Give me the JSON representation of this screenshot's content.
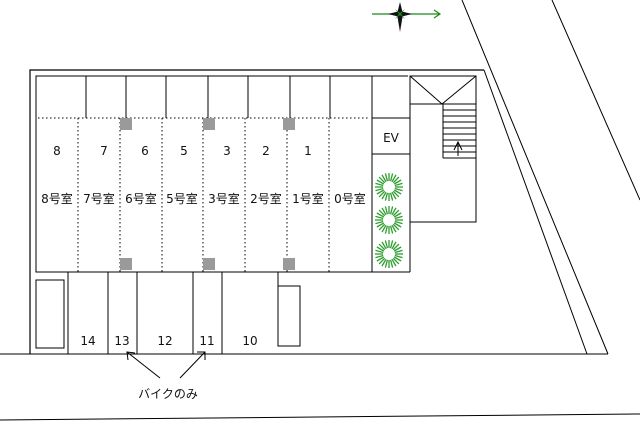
{
  "units": [
    {
      "number": "8",
      "room": "8号室"
    },
    {
      "number": "7",
      "room": "7号室"
    },
    {
      "number": "6",
      "room": "6号室"
    },
    {
      "number": "5",
      "room": "5号室"
    },
    {
      "number": "3",
      "room": "3号室"
    },
    {
      "number": "2",
      "room": "2号室"
    },
    {
      "number": "1",
      "room": "1号室"
    },
    {
      "number": "",
      "room": "0号室"
    }
  ],
  "parking": [
    "14",
    "13",
    "12",
    "11",
    "10"
  ],
  "elevator_label": "EV",
  "bike_label": "バイクのみ",
  "colors": {
    "line": "#000000",
    "pillar": "#9a9a9a",
    "shrub": "#2e9e2e",
    "compass": "#1a8a1a"
  }
}
